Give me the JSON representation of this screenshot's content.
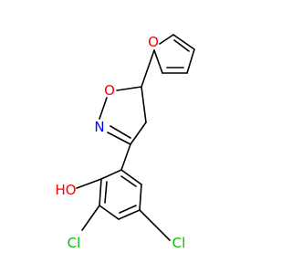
{
  "molecule": {
    "atoms": {
      "oxygen_furan": "O",
      "oxygen_ring": "O",
      "nitrogen": "N",
      "hydroxyl": "HO",
      "chlorine_left": "Cl",
      "chlorine_right": "Cl"
    },
    "colors": {
      "oxygen": "#ff0000",
      "nitrogen": "#0000ff",
      "chlorine": "#00c000",
      "bond": "#000000",
      "background": "#ffffff"
    }
  }
}
